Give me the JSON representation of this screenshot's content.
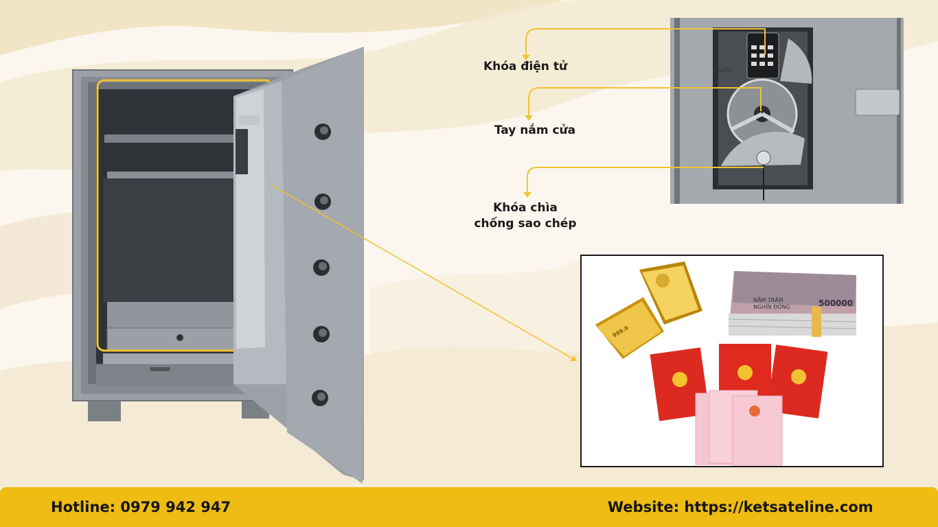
{
  "callouts": {
    "electronic_lock": "Khóa điện tử",
    "door_handle": "Tay nắm cửa",
    "key_lock_line1": "Khóa chìa",
    "key_lock_line2": "chống sao chép"
  },
  "keypad_brand": "SuPer",
  "banknote": {
    "denomination": "500000",
    "text_line1": "NĂM TRĂM",
    "text_line2": "NGHÌN ĐỒNG"
  },
  "gold_bar_mark": "999.9",
  "footer": {
    "hotline": "Hotline: 0979 942 947",
    "website": "Website: https://ketsateline.com"
  },
  "colors": {
    "accent_yellow": "#eebc12",
    "callout_line": "#f2c230",
    "safe_gray": "#8e9499",
    "background": "#fbf7ef"
  }
}
